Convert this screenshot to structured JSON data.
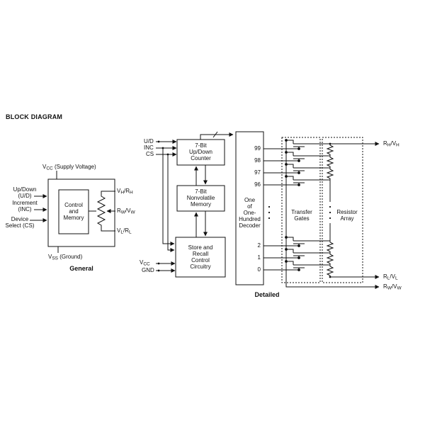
{
  "header": {
    "title": "BLOCK DIAGRAM"
  },
  "general": {
    "supply_label": "V_{CC} (Supply Voltage)",
    "ground_label": "V_{SS} (Ground)",
    "control_box": "Control\nand\nMemory",
    "inputs": {
      "up_down": "Up/Down\n(U/D)",
      "increment": "Increment\n(INC)",
      "device_select": "Device\nSelect (CS)"
    },
    "terminals": {
      "top": "V_{H}/R_{H}",
      "wiper": "R_{W}/V_{W}",
      "bottom": "V_{L}/R_{L}"
    },
    "caption": "General"
  },
  "detailed": {
    "inputs": {
      "ud": "U/D",
      "inc": "INC",
      "cs": "CS",
      "vcc": "V_{CC}",
      "gnd": "GND"
    },
    "counter_box": "7-Bit\nUp/Down\nCounter",
    "memory_box": "7-Bit\nNonvolatile\nMemory",
    "store_box": "Store and\nRecall\nControl\nCircuitry",
    "decoder_box": "One\nof\nOne-\nHundred\nDecoder",
    "decoder_outputs": [
      "99",
      "98",
      "97",
      "96",
      "2",
      "1",
      "0"
    ],
    "transfer_gates_label": "Transfer\nGates",
    "resistor_array_label": "Resistor\nArray",
    "terminals": {
      "rh": "R_{H}/V_{H}",
      "rl": "R_{L}/V_{L}",
      "rw": "R_{W}/V_{W}"
    },
    "caption": "Detailed"
  },
  "colors": {
    "ink": "#111111",
    "background": "#ffffff"
  }
}
